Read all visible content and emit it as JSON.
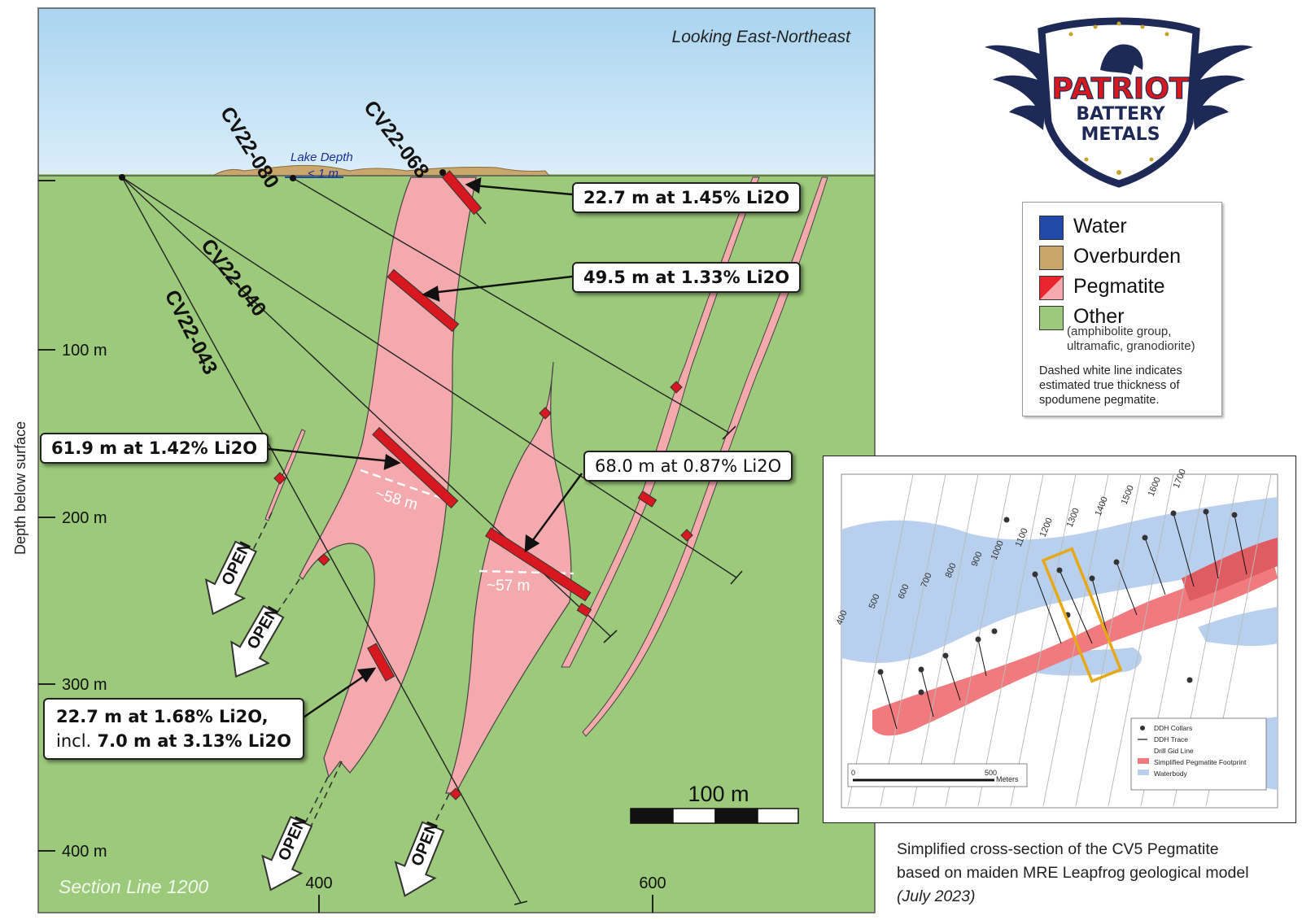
{
  "section": {
    "view_direction": "Looking East-Northeast",
    "section_line": "Section Line 1200",
    "y_axis_label": "Depth below surface",
    "depth_ticks": [
      "100 m",
      "200 m",
      "300 m",
      "400 m"
    ],
    "easting_ticks": [
      "400",
      "600"
    ],
    "lake_depth_label": "Lake Depth",
    "lake_depth_value": "< 1 m",
    "drill_holes": [
      "CV22-080",
      "CV22-068",
      "CV22-040",
      "CV22-043"
    ],
    "true_thickness_labels": [
      "~58 m",
      "~57 m"
    ],
    "open_label": "OPEN",
    "scale_bar_label": "100 m",
    "intercepts": [
      {
        "text": "22.7 m at 1.45% Li2O"
      },
      {
        "text": "49.5 m at 1.33% Li2O"
      },
      {
        "text": "61.9 m at 1.42% Li2O"
      },
      {
        "text": "68.0 m at 0.87% Li2O"
      },
      {
        "line1": "22.7 m at 1.68% Li2O,",
        "line2_prefix": "incl.",
        "line2_main": "7.0 m at 3.13% Li2O"
      }
    ]
  },
  "logo": {
    "line1": "PATRIOT",
    "line2": "BATTERY",
    "line3": "METALS"
  },
  "legend": {
    "items": [
      {
        "label": "Water",
        "color": "#1f4aa8"
      },
      {
        "label": "Overburden",
        "color": "#c9a66b"
      },
      {
        "label": "Pegmatite",
        "color": "#e8262b"
      },
      {
        "label": "Other",
        "color": "#9cc97a"
      }
    ],
    "other_sub_1": "(amphibolite group,",
    "other_sub_2": "ultramafic, granodiorite)",
    "note_1": "Dashed white line indicates",
    "note_2": "estimated true thickness of",
    "note_3": "spodumene pegmatite."
  },
  "inset_map": {
    "grid_labels": [
      "400",
      "500",
      "600",
      "700",
      "800",
      "900",
      "1000",
      "1100",
      "1200",
      "1300",
      "1400",
      "1500",
      "1600",
      "1700"
    ],
    "legend_items": [
      "DDH Collars",
      "DDH Trace",
      "Drill Gid Line",
      "Simplified Pegmatite Footprint",
      "Waterbody"
    ],
    "scale_start": "0",
    "scale_end": "500",
    "scale_unit": "Meters"
  },
  "caption": {
    "line1": "Simplified cross-section of the CV5 Pegmatite",
    "line2": "based on maiden MRE Leapfrog geological model",
    "line3": "(July 2023)"
  }
}
